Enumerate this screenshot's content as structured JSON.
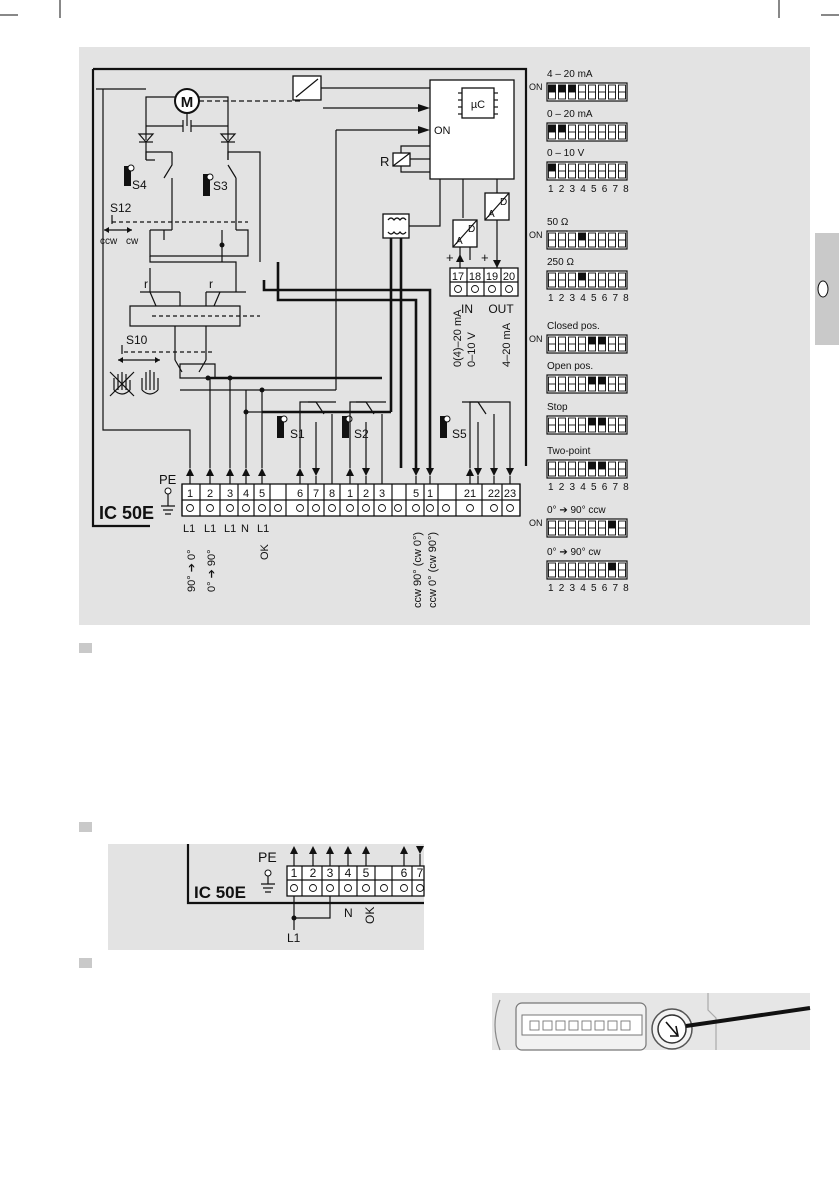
{
  "device": "IC 50E",
  "labels": {
    "motor": "M",
    "uc": "µC",
    "on": "ON",
    "relay": "R",
    "pe": "PE",
    "r": "r",
    "ad1": "D",
    "ad2": "A",
    "da1": "D",
    "da2": "A",
    "plus": "+",
    "in": "IN",
    "out": "OUT"
  },
  "switches": {
    "s1": "S1",
    "s2": "S2",
    "s3": "S3",
    "s4": "S4",
    "s5": "S5",
    "s10": "S10",
    "s12": "S12",
    "ccw": "ccw",
    "cw": "cw"
  },
  "terminals": {
    "main": [
      "1",
      "2",
      "3",
      "4",
      "5",
      "6",
      "7",
      "8",
      "1",
      "2",
      "3",
      "5",
      "1",
      "21",
      "22",
      "23"
    ],
    "analog": [
      "17",
      "18",
      "19",
      "20"
    ]
  },
  "terminal_labels": {
    "t1a": "L1",
    "t1b": "90° ➔ 0°",
    "t2a": "L1",
    "t2b": "0° ➔ 90°",
    "t3": "L1",
    "t4": "N",
    "t5a": "L1",
    "t5b": "OK",
    "cc1": "ccw 90° (cw 0°)",
    "cc2": "ccw 0° (cw 90°)"
  },
  "analog_labels": {
    "a1": "0(4)–20 mA",
    "a2": "0–10 V",
    "a3": "4–20 mA"
  },
  "dip": {
    "on_label": "ON",
    "numbers": "1 2 3 4 5 6 7 8",
    "settings": [
      {
        "label": "4 – 20 mA",
        "on": [
          1,
          2,
          3
        ],
        "show_on": true,
        "numbers": false
      },
      {
        "label": "0 – 20 mA",
        "on": [
          1,
          2
        ],
        "show_on": false,
        "numbers": false
      },
      {
        "label": "0 – 10 V",
        "on": [
          1
        ],
        "show_on": false,
        "numbers": true
      },
      {
        "label": "50 Ω",
        "on": [
          4
        ],
        "show_on": true,
        "numbers": false
      },
      {
        "label": "250 Ω",
        "on": [
          4
        ],
        "show_on": false,
        "numbers": true
      },
      {
        "label": "Closed pos.",
        "on": [
          5,
          6
        ],
        "show_on": true,
        "numbers": false
      },
      {
        "label": "Open pos.",
        "on": [
          5,
          6
        ],
        "show_on": false,
        "numbers": false
      },
      {
        "label": "Stop",
        "on": [
          5,
          6
        ],
        "show_on": false,
        "numbers": false
      },
      {
        "label": "Two-point",
        "on": [
          5,
          6
        ],
        "show_on": false,
        "numbers": true
      },
      {
        "label": "0° ➔ 90°  ccw",
        "on": [
          7
        ],
        "show_on": true,
        "numbers": false
      },
      {
        "label": "0° ➔ 90°  cw",
        "on": [
          7
        ],
        "show_on": false,
        "numbers": true
      }
    ]
  },
  "detail": {
    "pe": "PE",
    "device": "IC 50E",
    "terminals": [
      "1",
      "2",
      "3",
      "4",
      "5",
      "6",
      "7"
    ],
    "l1": "L1",
    "n": "N",
    "ok": "OK"
  }
}
